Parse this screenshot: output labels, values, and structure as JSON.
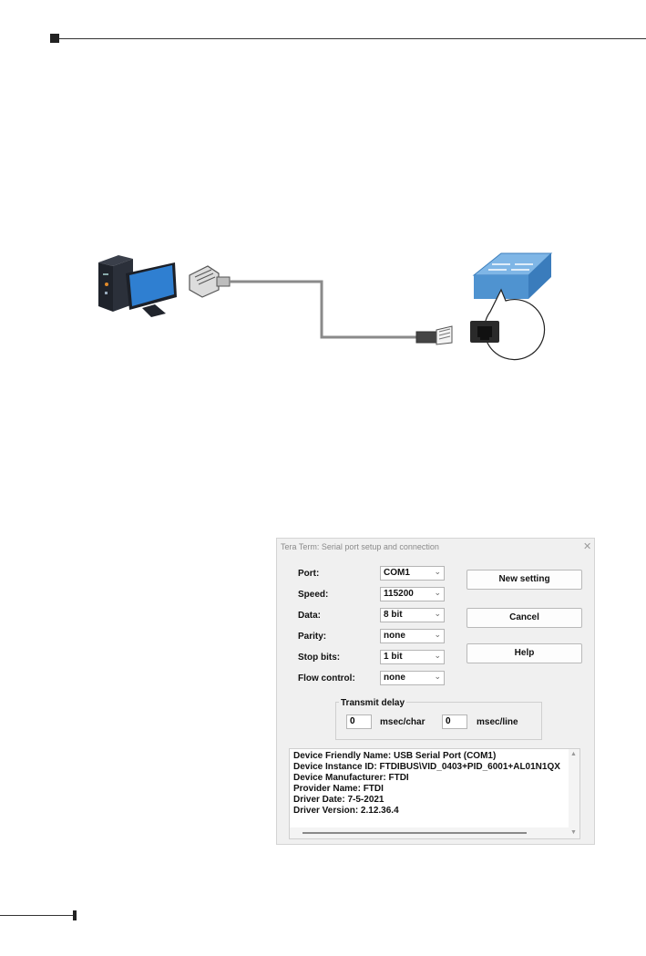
{
  "dialog": {
    "title": "Tera Term: Serial port setup and connection",
    "close_glyph": "✕",
    "fields": [
      {
        "label": "Port:",
        "value": "COM1"
      },
      {
        "label": "Speed:",
        "value": "115200"
      },
      {
        "label": "Data:",
        "value": "8 bit"
      },
      {
        "label": "Parity:",
        "value": "none"
      },
      {
        "label": "Stop bits:",
        "value": "1 bit"
      },
      {
        "label": "Flow control:",
        "value": "none"
      }
    ],
    "buttons": {
      "new_setting": "New setting",
      "cancel": "Cancel",
      "help": "Help"
    },
    "transmit_delay": {
      "title": "Transmit delay",
      "char_value": "0",
      "char_unit": "msec/char",
      "line_value": "0",
      "line_unit": "msec/line"
    },
    "info_lines": [
      "Device Friendly Name: USB Serial Port (COM1)",
      "Device Instance ID: FTDIBUS\\VID_0403+PID_6001+AL01N1QX",
      "Device Manufacturer: FTDI",
      "Provider Name: FTDI",
      "Driver Date: 7-5-2021",
      "Driver Version: 2.12.36.4"
    ]
  },
  "colors": {
    "switch_blue": "#5a9fd6",
    "cable_gray": "#8a8a8a"
  }
}
